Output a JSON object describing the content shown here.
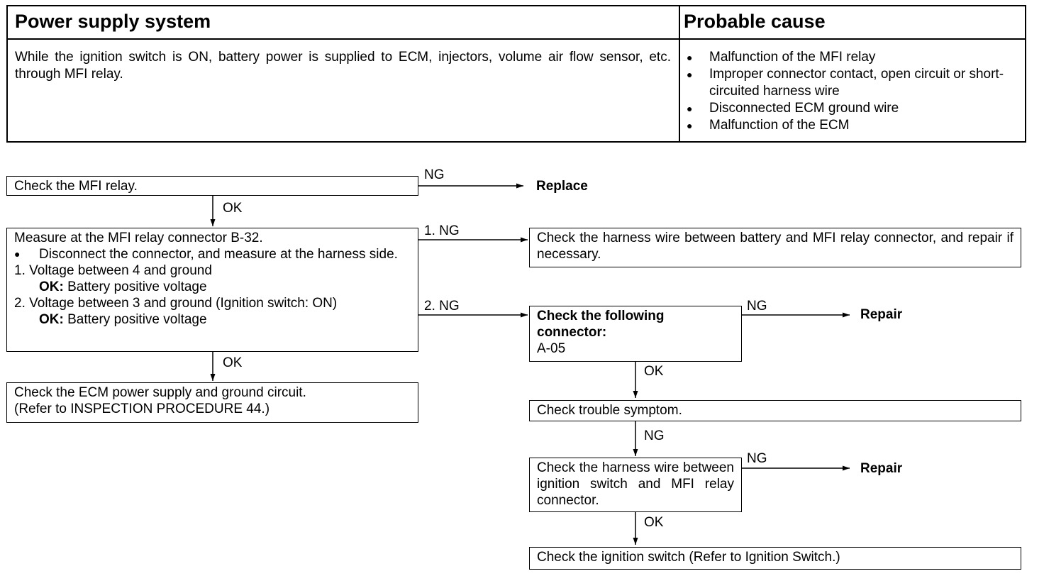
{
  "header": {
    "title": "Power supply system",
    "cause_title": "Probable cause",
    "description": "While the ignition switch is ON, battery power is supplied to ECM, injectors, volume air flow sensor, etc. through MFI relay.",
    "causes": [
      "Malfunction of the MFI relay",
      "Improper connector contact, open circuit or short-circuited harness wire",
      "Disconnected ECM ground wire",
      "Malfunction of the ECM"
    ]
  },
  "flow": {
    "check_relay": "Check the MFI relay.",
    "replace": "Replace",
    "measure": {
      "title": "Measure at the MFI relay connector B-32.",
      "bullet": "Disconnect the connector, and measure at the harness side.",
      "item1": "1. Voltage between 4 and ground",
      "ok_label": "OK:",
      "ok_text": "Battery positive voltage",
      "item2": "2. Voltage between 3 and ground (Ignition switch: ON)"
    },
    "ecm_check": {
      "line1": "Check the ECM power supply and ground circuit.",
      "line2": "(Refer to INSPECTION PROCEDURE 44.)"
    },
    "harness_battery": "Check the harness wire between battery and MFI relay connector, and repair if necessary.",
    "connector": {
      "title": "Check the following connector:",
      "value": "A-05"
    },
    "repair": "Repair",
    "trouble": "Check trouble symptom.",
    "harness_ignition": "Check the harness wire between ignition switch and MFI relay connector.",
    "ignition": "Check the ignition switch (Refer to Ignition Switch.)",
    "labels": {
      "ok": "OK",
      "ng": "NG",
      "ng1": "1. NG",
      "ng2": "2. NG"
    }
  }
}
